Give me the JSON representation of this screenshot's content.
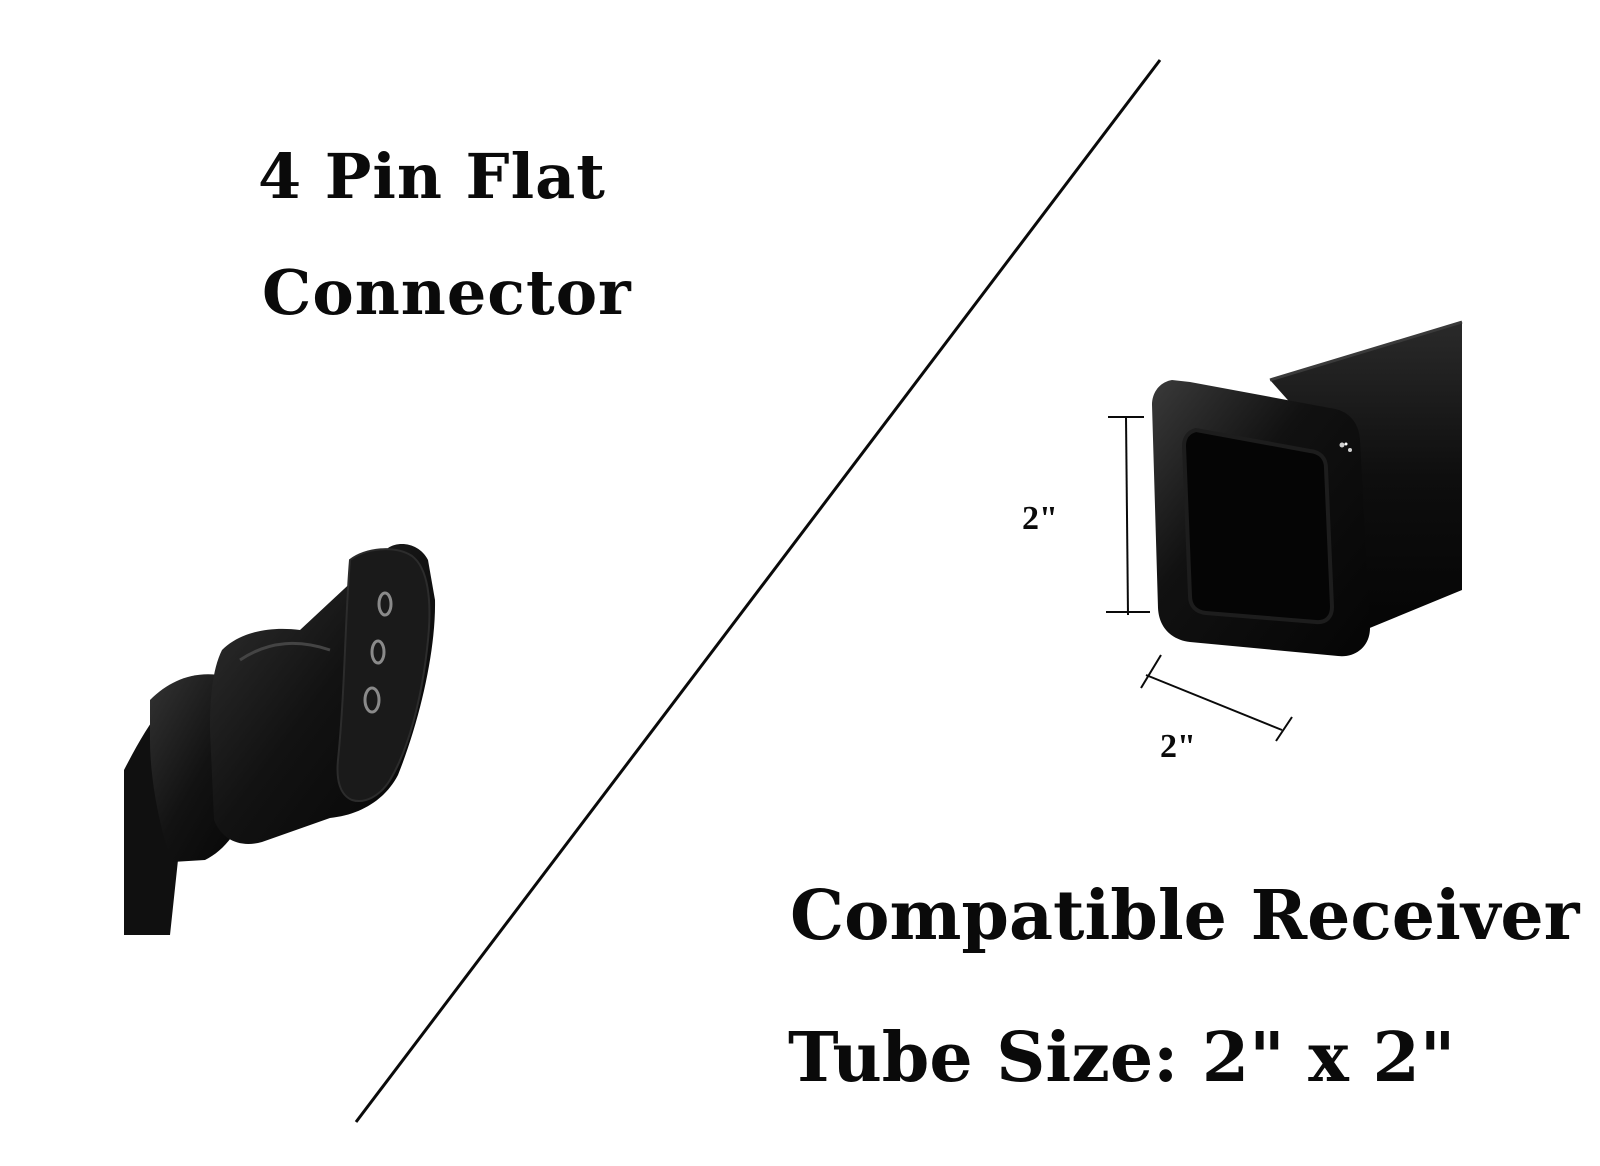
{
  "connector": {
    "title_line1": "4 Pin Flat",
    "title_line2": "Connector"
  },
  "receiver": {
    "title_line1": "Compatible Receiver",
    "title_line2": "Tube Size: 2\" x 2\""
  },
  "dimensions": {
    "height_label": "2\"",
    "width_label": "2\""
  },
  "colors": {
    "background": "#ffffff",
    "ink": "#0a0a0a",
    "product_black": "#0d0d0d"
  }
}
